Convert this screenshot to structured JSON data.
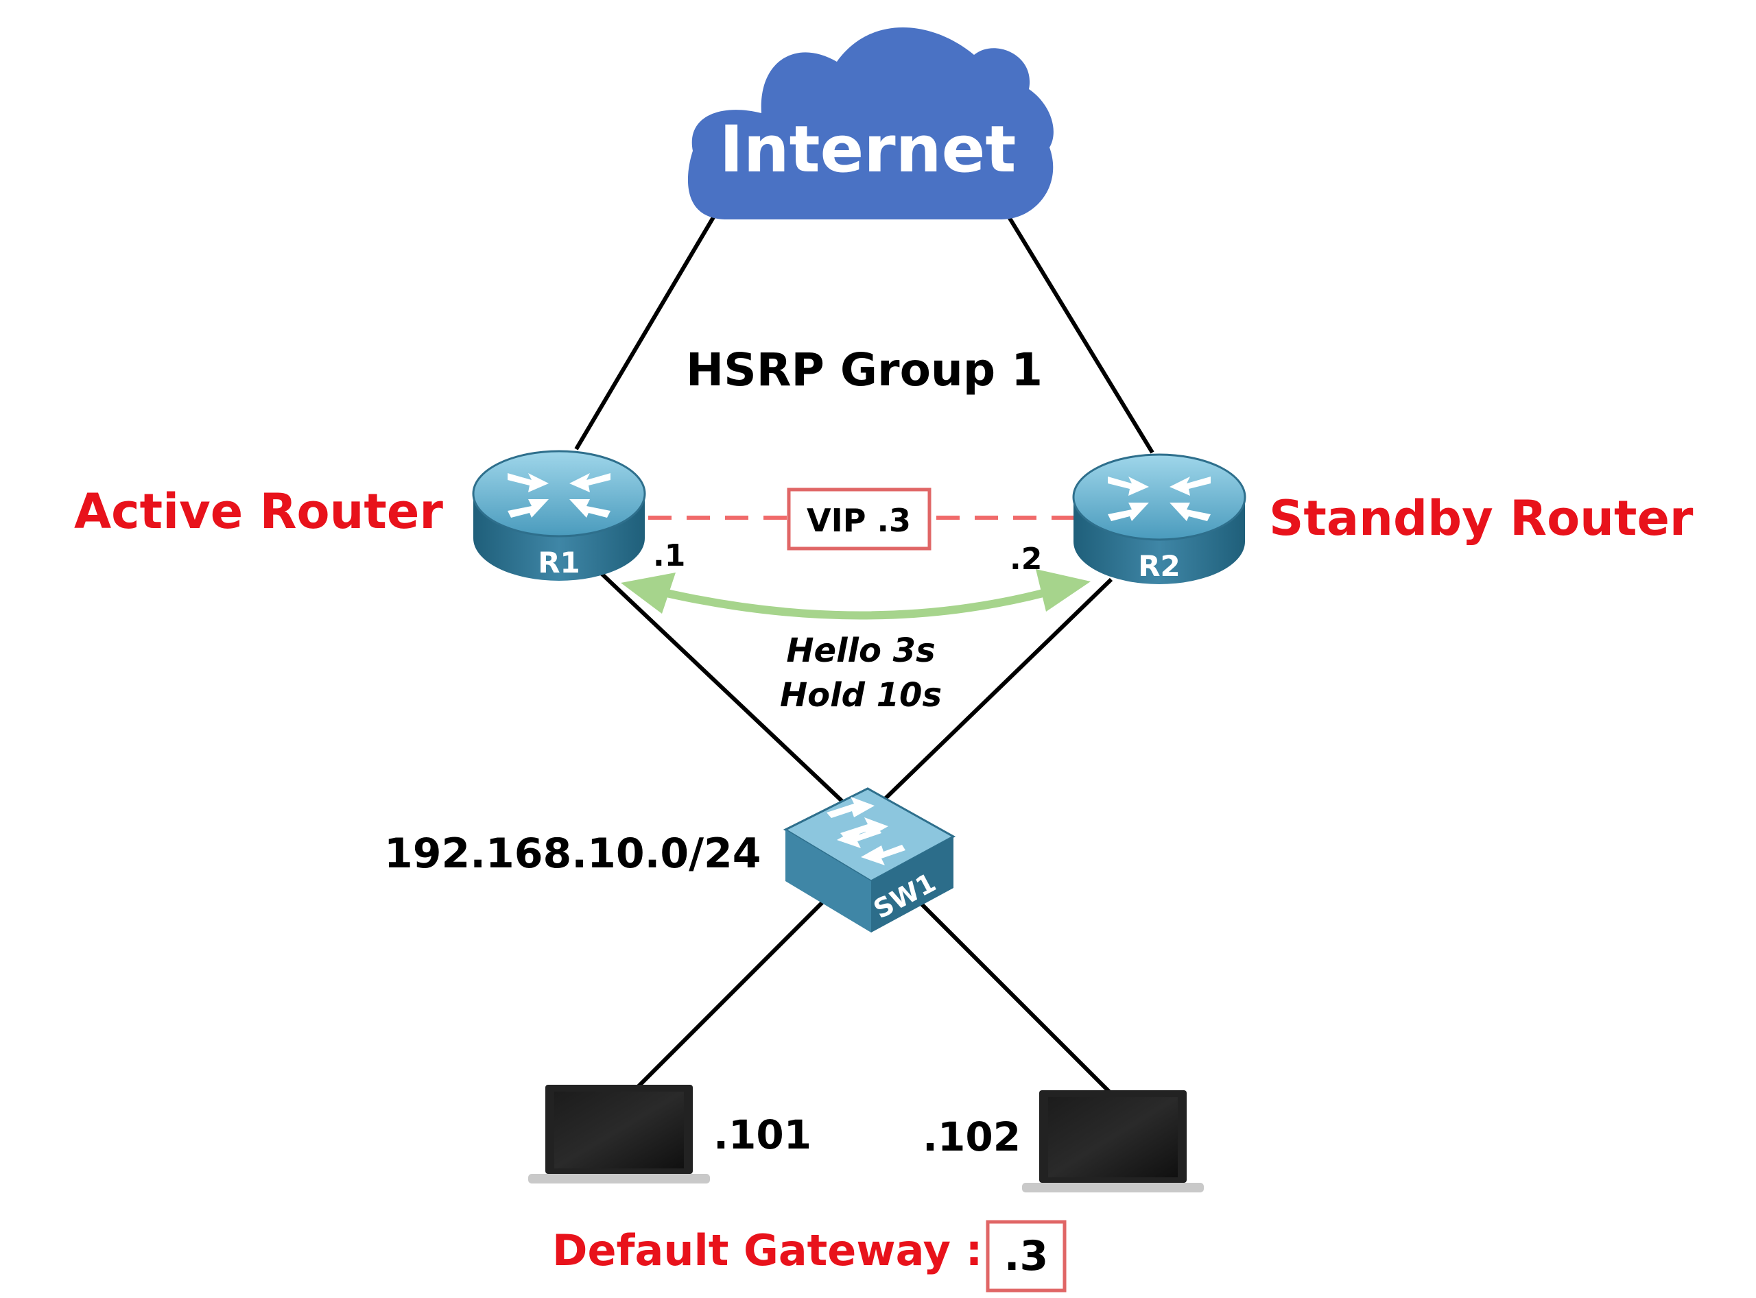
{
  "cloud": {
    "label": "Internet",
    "color": "#4a72c4"
  },
  "group_label": "HSRP Group 1",
  "routers": {
    "r1": {
      "name": "R1",
      "role": "Active Router",
      "addr": ".1"
    },
    "r2": {
      "name": "R2",
      "role": "Standby Router",
      "addr": ".2"
    }
  },
  "vip": "VIP .3",
  "timers": {
    "hello": "Hello 3s",
    "hold": "Hold 10s"
  },
  "switch": {
    "name": "SW1",
    "subnet": "192.168.10.0/24"
  },
  "hosts": {
    "left": ".101",
    "right": ".102"
  },
  "gateway": {
    "label": "Default Gateway :",
    "value": ".3"
  },
  "colors": {
    "accent": "#e8121b",
    "hello_arrow": "#a6d48c",
    "vip_line": "#f06a6a",
    "device": "#3f86a6"
  }
}
